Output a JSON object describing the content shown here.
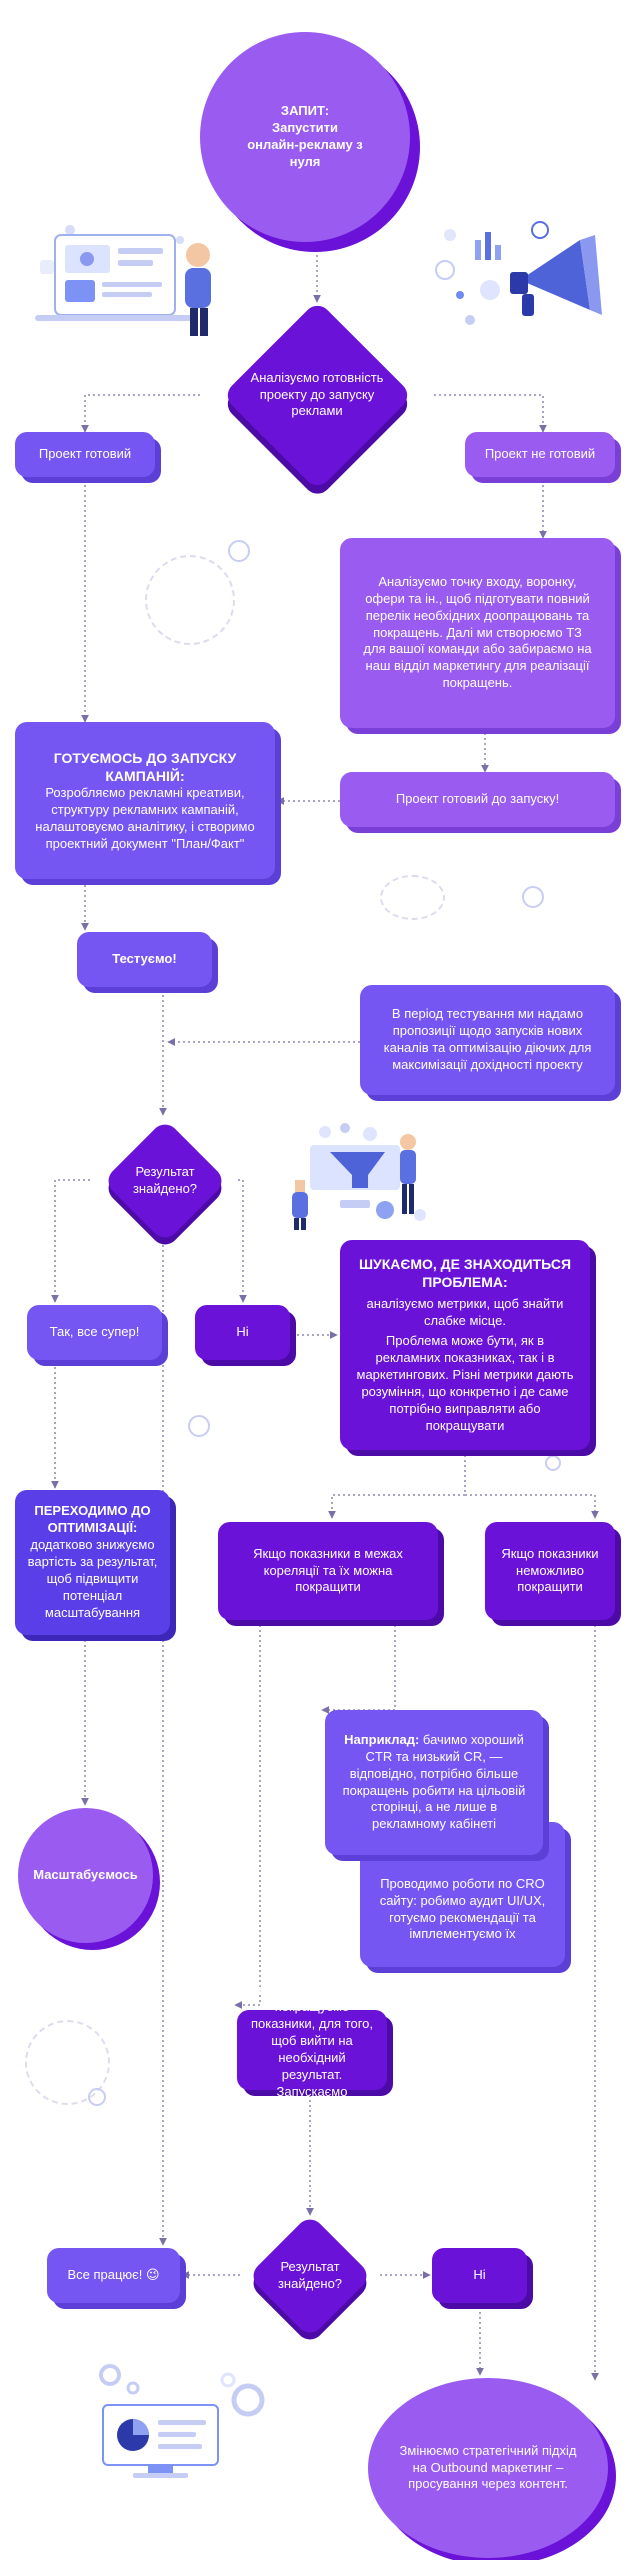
{
  "start": {
    "title": "ЗАПИТ:",
    "text": "Запустити онлайн-рекламу з нуля"
  },
  "decision_readiness": "Аналізуємо готовність проекту до запуску реклами",
  "ready_branch": "Проект готовий",
  "not_ready_branch": "Проект не готовий",
  "analysis_box": "Аналізуємо точку входу, воронку, офери та ін., щоб підготувати повний перелік необхідних доопрацювань та покращень. Далі ми створюємо ТЗ для вашої команди або забираємо на наш відділ маркетингу для реалізації покращень.",
  "ready_for_launch": "Проект готовий до запуску!",
  "prepare": {
    "title": "ГОТУЄМОСЬ ДО ЗАПУСКУ КАМПАНІЙ:",
    "text": "Розробляємо рекламні креативи, структуру рекламних кампаній, налаштовуємо аналітику, і створимо проектний документ \"План/Факт\""
  },
  "testing": "Тестуємо!",
  "testing_note": "В період тестування ми надамо пропозиції щодо запусків нових каналів та оптимізацію діючих для максимізації дохідності проекту",
  "decision_result_1": "Результат знайдено?",
  "yes_super": "Так, все супер!",
  "no_1": "Ні",
  "search_problem": {
    "title": "ШУКАЄМО, ДЕ ЗНАХОДИТЬСЯ ПРОБЛЕМА:",
    "p1": "аналізуємо метрики, щоб знайти слабке місце.",
    "p2": "Проблема може бути, як в рекламних показниках, так і в маркетингових. Різні метрики дають розуміння, що конкретно і де саме потрібно виправляти або покращувати"
  },
  "optimization": {
    "title": "ПЕРЕХОДИМО ДО ОПТИМІЗАЦІЇ:",
    "text": "додатково знижуємо вартість за результат, щоб підвищити потенціал масштабування"
  },
  "indicators_can": "Якщо показники в межах кореляції та їх можна покращити",
  "indicators_cannot": "Якщо показники неможливо покращити",
  "example": {
    "label": "Наприклад:",
    "text": "бачимо хороший CTR та низький CR, — відповідно, потрібно більше покращень робити на цільовій сторінці, а не лише в рекламному кабінеті"
  },
  "cro": "Проводимо роботи по CRO сайту: робимо аудит UI/UX, готуємо рекомендації та імплементуємо їх",
  "scaling": "Масштабуємось",
  "retest": "Беремо в роботу та покращуємо показники, для того, щоб вийти на необхідний результат. Запускаємо повторний тест",
  "all_works": "Все працює! 😉",
  "decision_result_2": "Результат знайдено?",
  "no_2": "Ні",
  "outbound": "Змінюємо стратегічний підхід на Outbound маркетинг – просування через контент.",
  "colors": {
    "violet": "#7656f2",
    "lilac": "#9a5bf0",
    "purple": "#6a12d8",
    "indigo": "#5a3ee8",
    "line": "#7b6fa8"
  }
}
